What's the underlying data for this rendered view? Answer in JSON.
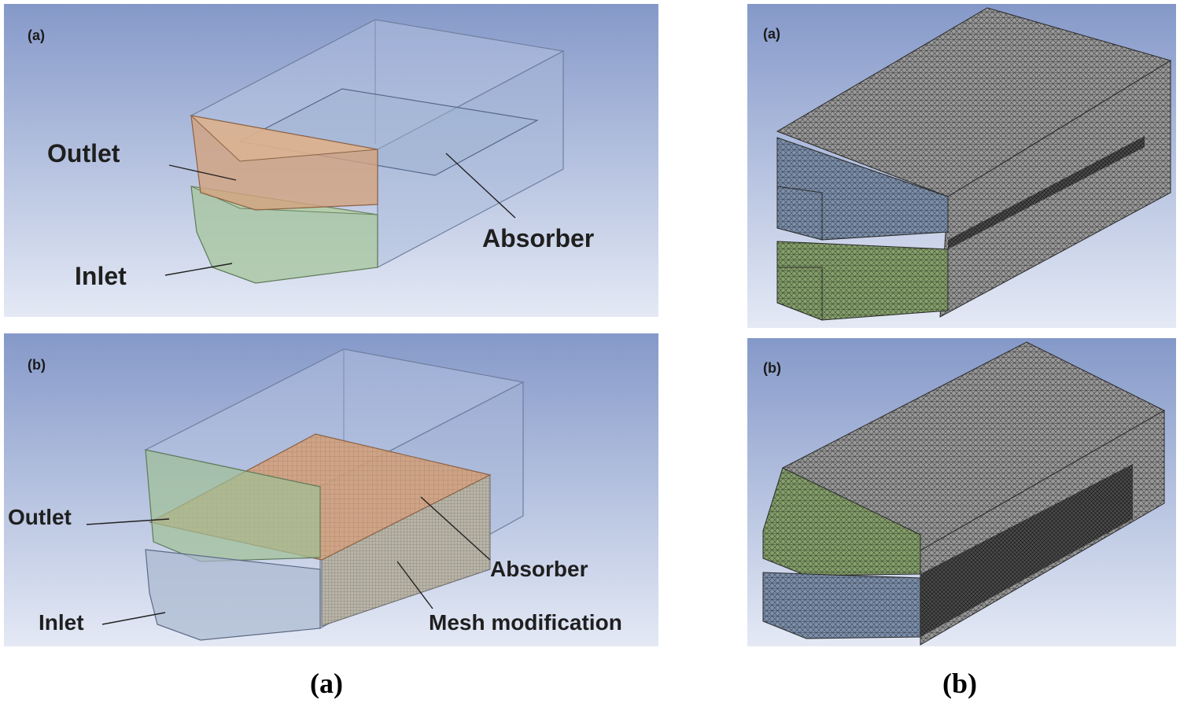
{
  "left_column": {
    "panel_a": {
      "tag": "(a)",
      "labels": {
        "outlet": "Outlet",
        "inlet": "Inlet",
        "absorber": "Absorber"
      }
    },
    "panel_b": {
      "tag": "(b)",
      "labels": {
        "outlet": "Outlet",
        "inlet": "Inlet",
        "absorber": "Absorber",
        "mesh": "Mesh modification"
      }
    },
    "caption": "(a)"
  },
  "right_column": {
    "panel_a": {
      "tag": "(a)"
    },
    "panel_b": {
      "tag": "(b)"
    },
    "caption": "(b)"
  },
  "colors": {
    "background_top": "#8fa3cf",
    "background_bottom": "#dfe5f3",
    "outlet_face": "#d4a27e",
    "inlet_face": "#a8c8a0",
    "mesh_gray": "#8a8a8a",
    "mesh_blue": "#7d8fa8",
    "mesh_green": "#7f9a6a"
  }
}
